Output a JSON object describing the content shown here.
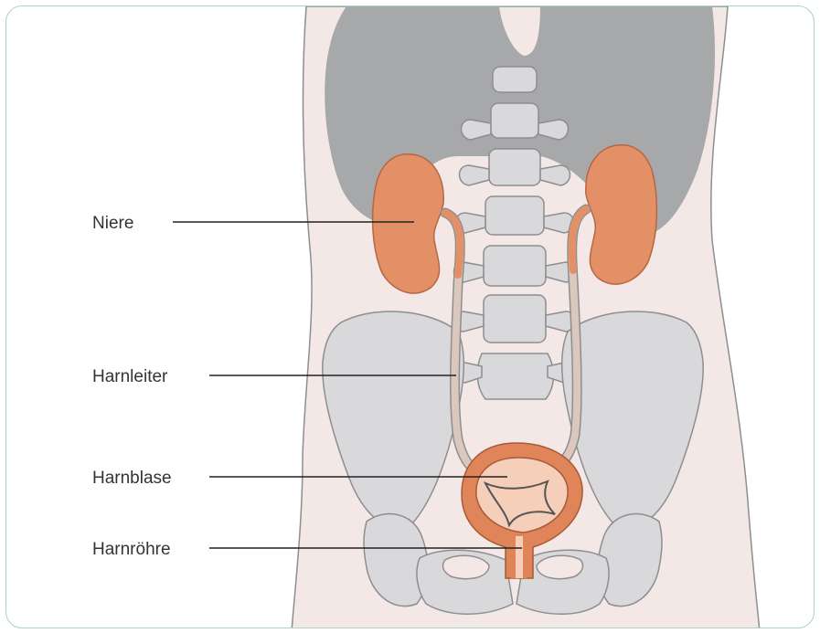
{
  "labels": {
    "kidney": "Niere",
    "ureter": "Harnleiter",
    "bladder": "Harnblase",
    "urethra": "Harnröhre"
  },
  "colors": {
    "frame_border": "#a9d3c6",
    "torso_skin": "#f3e8e5",
    "bone": "#d9d9db",
    "bone_outline": "#8e8e90",
    "liver_spleen": "#a7a8aa",
    "kidney": "#e49067",
    "kidney_outline": "#b76644",
    "ureter": "#dcc7bd",
    "bladder_wall": "#e08559",
    "bladder_inner": "#f6cfbb",
    "leader_line": "#222222"
  },
  "icons": [
    "torso-silhouette",
    "liver-organ",
    "spleen-organ",
    "spine",
    "pelvis",
    "kidney-left",
    "kidney-right",
    "ureter-left",
    "ureter-right",
    "bladder",
    "urethra"
  ]
}
